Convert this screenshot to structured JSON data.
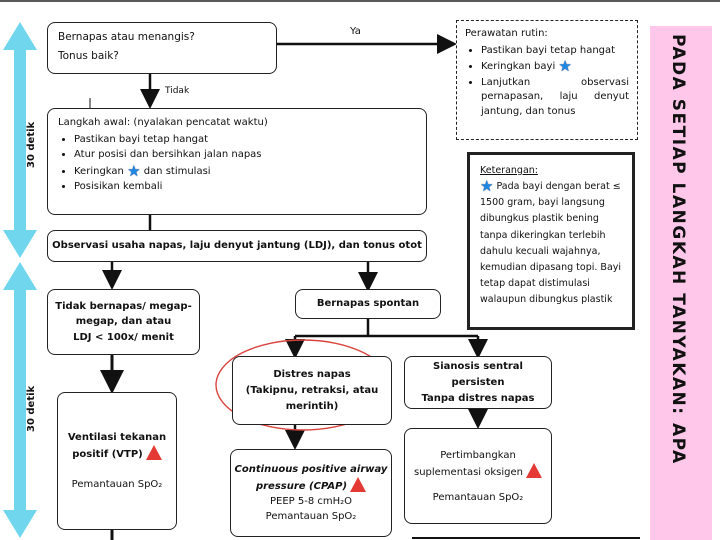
{
  "colors": {
    "time_arrow": "#6fd6ee",
    "side_band": "#ffc8ea",
    "highlight_ellipse": "#d9443f",
    "star": "#1e88e5",
    "triangle": "#e53935"
  },
  "icons": {
    "star": "star-icon",
    "warning": "triangle-icon"
  },
  "time_labels": {
    "first": "30 detik",
    "second": "30 detik"
  },
  "side_banner": "PADA SETIAP LANGKAH TANYAKAN: APA",
  "edge_labels": {
    "yes": "Ya",
    "no": "Tidak"
  },
  "nodes": {
    "start": {
      "line1": "Bernapas atau menangis?",
      "line2": "Tonus baik?"
    },
    "routine": {
      "title": "Perawatan rutin:",
      "items": [
        "Pastikan bayi tetap hangat",
        "Keringkan bayi",
        "Lanjutkan observasi pernapasan, laju denyut jantung, dan tonus"
      ]
    },
    "initial": {
      "title": "Langkah awal:",
      "title_note": " (nyalakan pencatat waktu)",
      "items": [
        "Pastikan bayi tetap hangat",
        "Atur posisi dan bersihkan jalan napas",
        "Keringkan",
        "dan stimulasi",
        "Posisikan kembali"
      ]
    },
    "note": {
      "title": "Keterangan:",
      "text": "Pada bayi dengan berat ≤ 1500 gram, bayi langsung dibungkus plastik bening tanpa dikeringkan terlebih dahulu kecuali wajahnya, kemudian dipasang topi. Bayi tetap dapat distimulasi walaupun dibungkus plastik"
    },
    "observe": {
      "text": "Observasi usaha napas, laju denyut jantung (LDJ), dan tonus otot"
    },
    "not_breathing": {
      "line1": "Tidak bernapas/ megap-",
      "line2": "megap, dan atau",
      "line3": "LDJ < 100x/ menit"
    },
    "spontaneous": {
      "text": "Bernapas spontan"
    },
    "distress": {
      "line1": "Distres napas",
      "line2": "(Takipnu, retraksi, atau",
      "line3": "merintih)"
    },
    "cyanosis": {
      "line1": "Sianosis sentral persisten",
      "line2": "Tanpa distres napas"
    },
    "vtp": {
      "line1": "Ventilasi tekanan",
      "line2": "positif (VTP)",
      "monitor": "Pemantauan SpO₂"
    },
    "cpap": {
      "line1": "Continuous positive airway",
      "line2": "pressure (CPAP)",
      "peep": "PEEP 5-8 cmH₂O",
      "monitor": "Pemantauan SpO₂"
    },
    "oxygen": {
      "line1": "Pertimbangkan",
      "line2": "suplementasi oksigen",
      "monitor": "Pemantauan SpO₂"
    }
  }
}
